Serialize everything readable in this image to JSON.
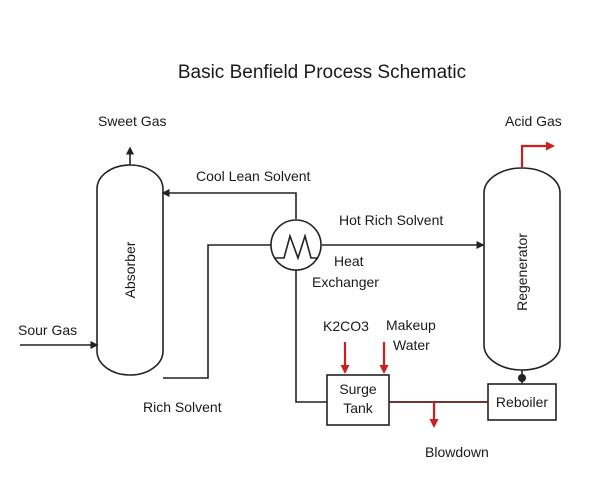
{
  "title": "Basic Benfield Process Schematic",
  "equipment": {
    "absorber": "Absorber",
    "regenerator": "Regenerator",
    "heat_exchanger_line1": "Heat",
    "heat_exchanger_line2": "Exchanger",
    "surge_tank_line1": "Surge",
    "surge_tank_line2": "Tank",
    "reboiler": "Reboiler"
  },
  "streams": {
    "sweet_gas": "Sweet Gas",
    "acid_gas": "Acid Gas",
    "cool_lean_solvent": "Cool Lean Solvent",
    "hot_rich_solvent": "Hot Rich Solvent",
    "sour_gas": "Sour Gas",
    "rich_solvent": "Rich Solvent",
    "k2co3": "K2CO3",
    "makeup_line1": "Makeup",
    "makeup_line2": "Water",
    "blowdown": "Blowdown"
  },
  "colors": {
    "line": "#222222",
    "highlight": "#cc1f1f"
  }
}
